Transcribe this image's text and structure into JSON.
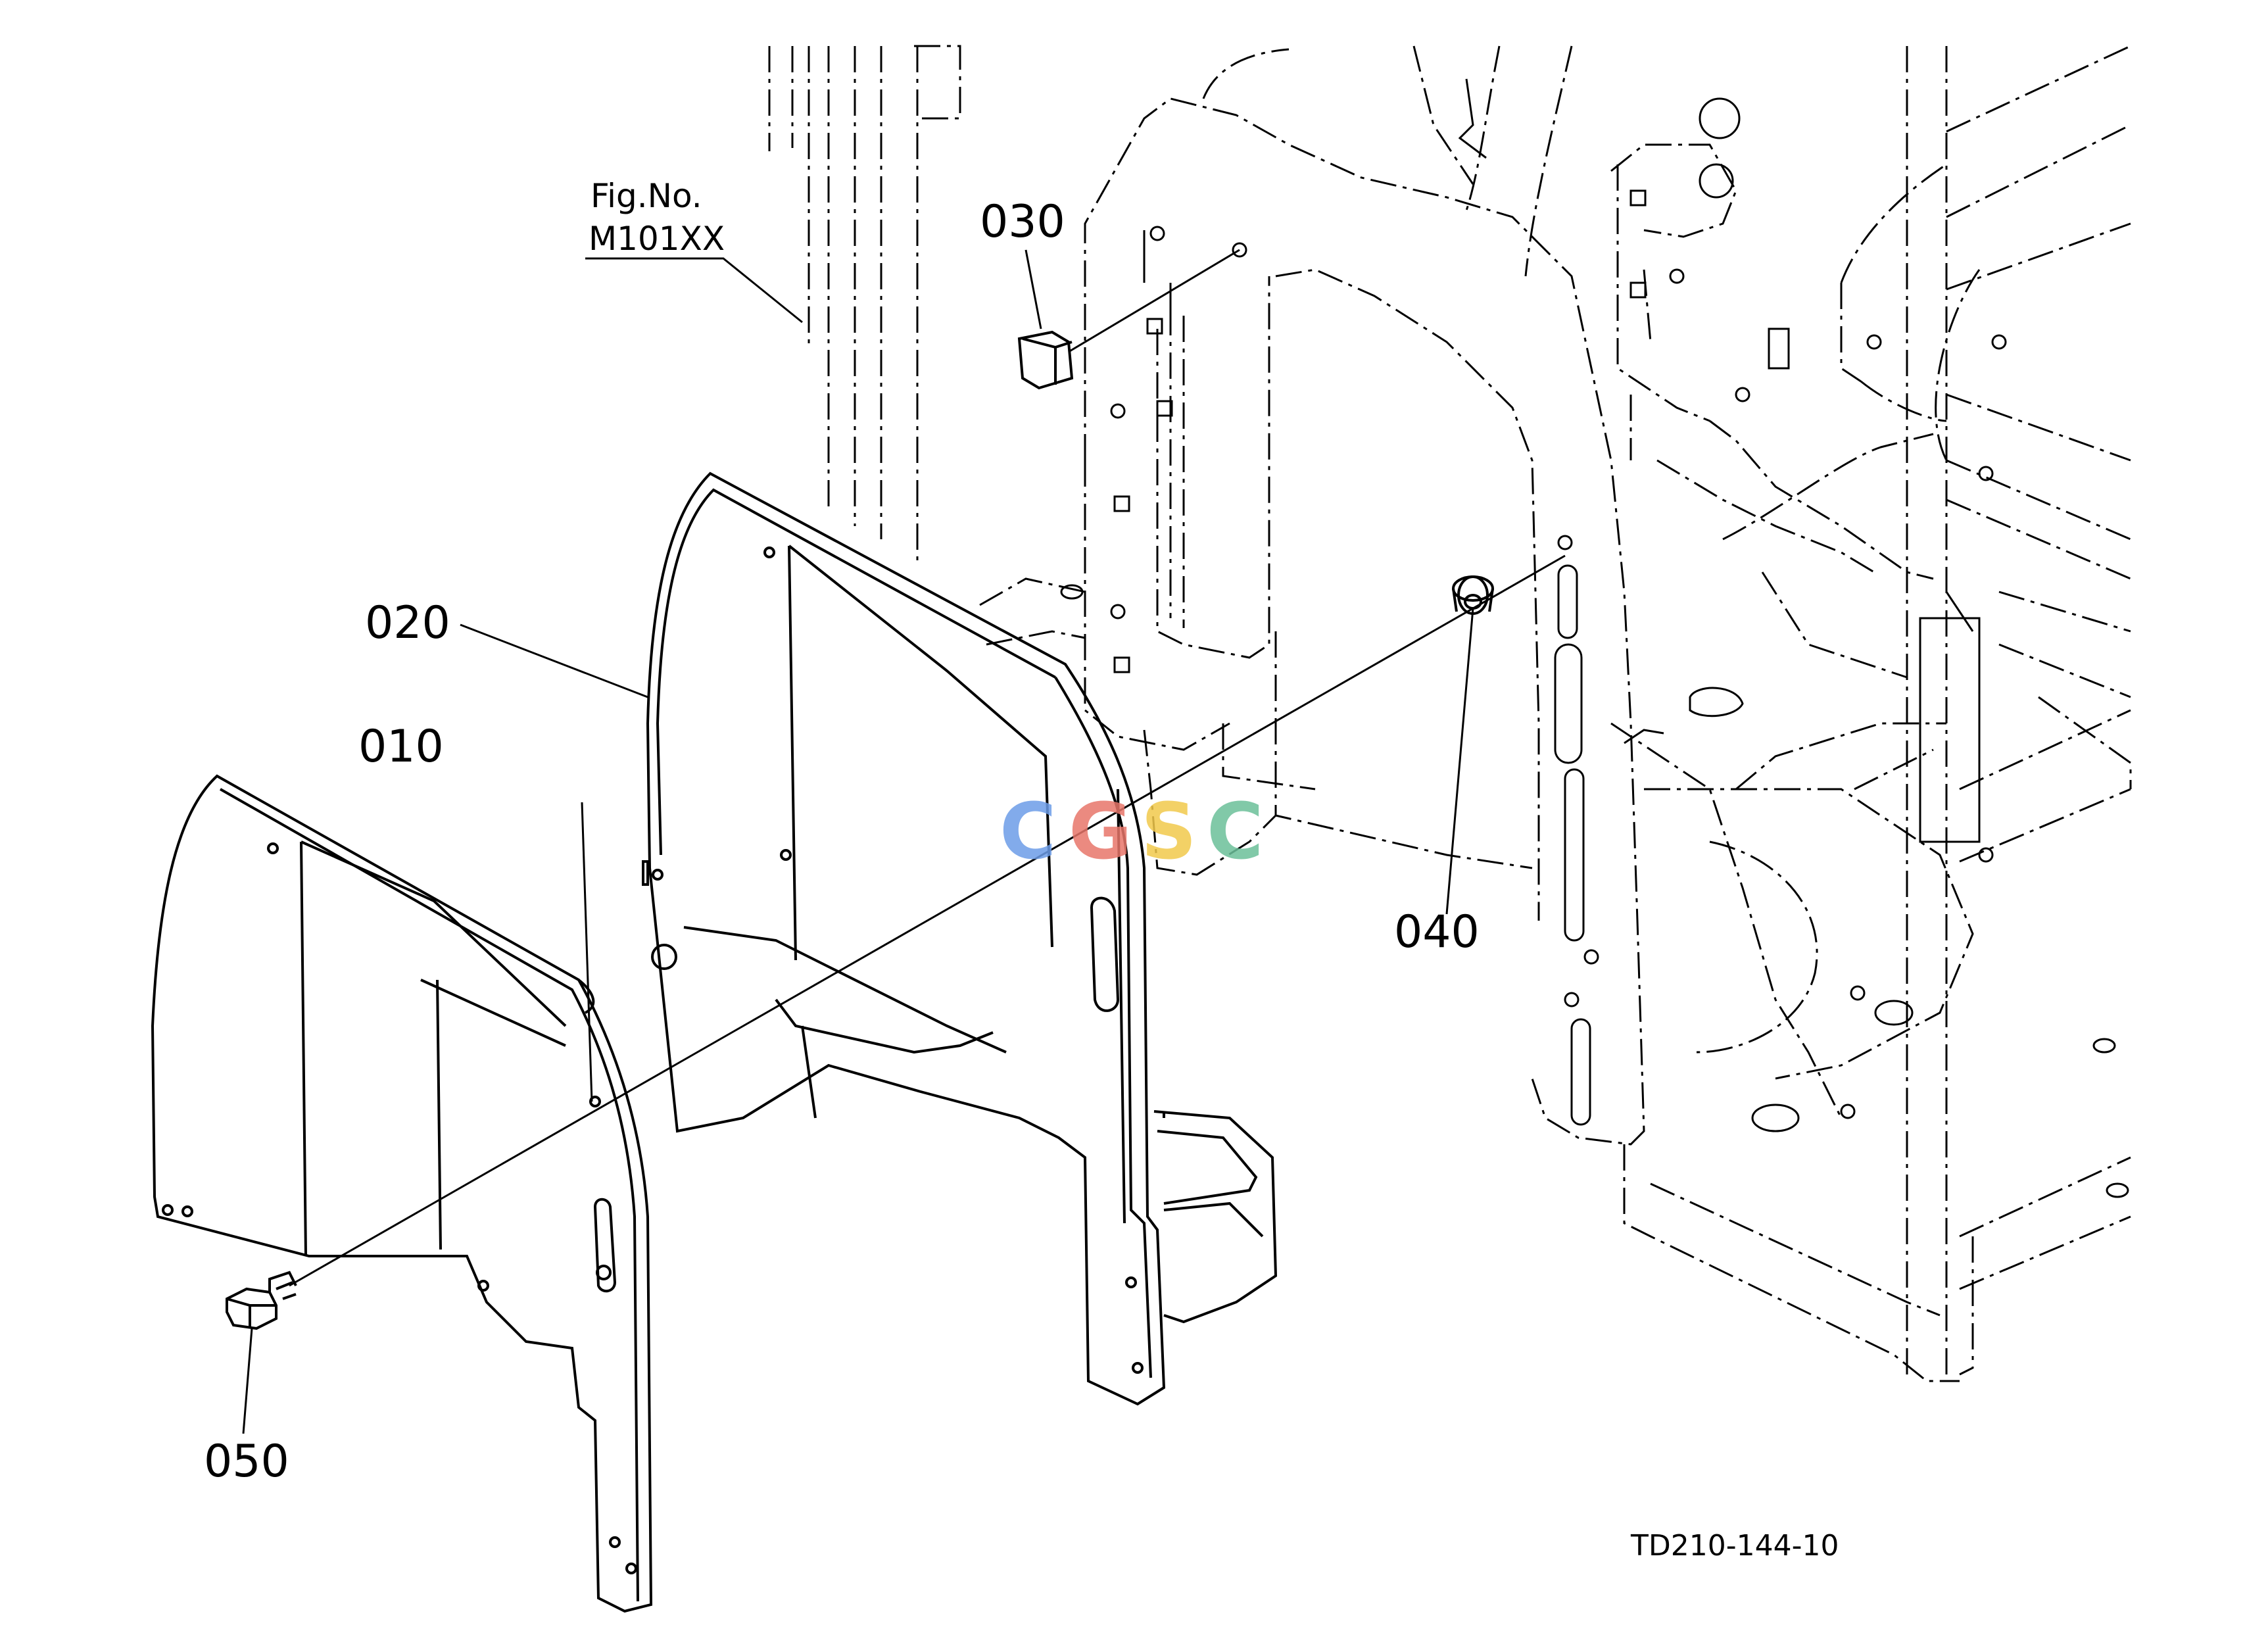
{
  "figure": {
    "reference_line1": "Fig.No.",
    "reference_line2": "M101XX",
    "drawing_code": "TD210-144-10"
  },
  "parts": [
    {
      "id": "010"
    },
    {
      "id": "020"
    },
    {
      "id": "030"
    },
    {
      "id": "040"
    },
    {
      "id": "050"
    }
  ],
  "watermark": {
    "letters": [
      "C",
      "G",
      "S",
      "C"
    ],
    "colors": [
      "#6d9de8",
      "#e8766a",
      "#f2c94c",
      "#6cc09a"
    ]
  },
  "line_color": "#000000",
  "background": "#ffffff"
}
